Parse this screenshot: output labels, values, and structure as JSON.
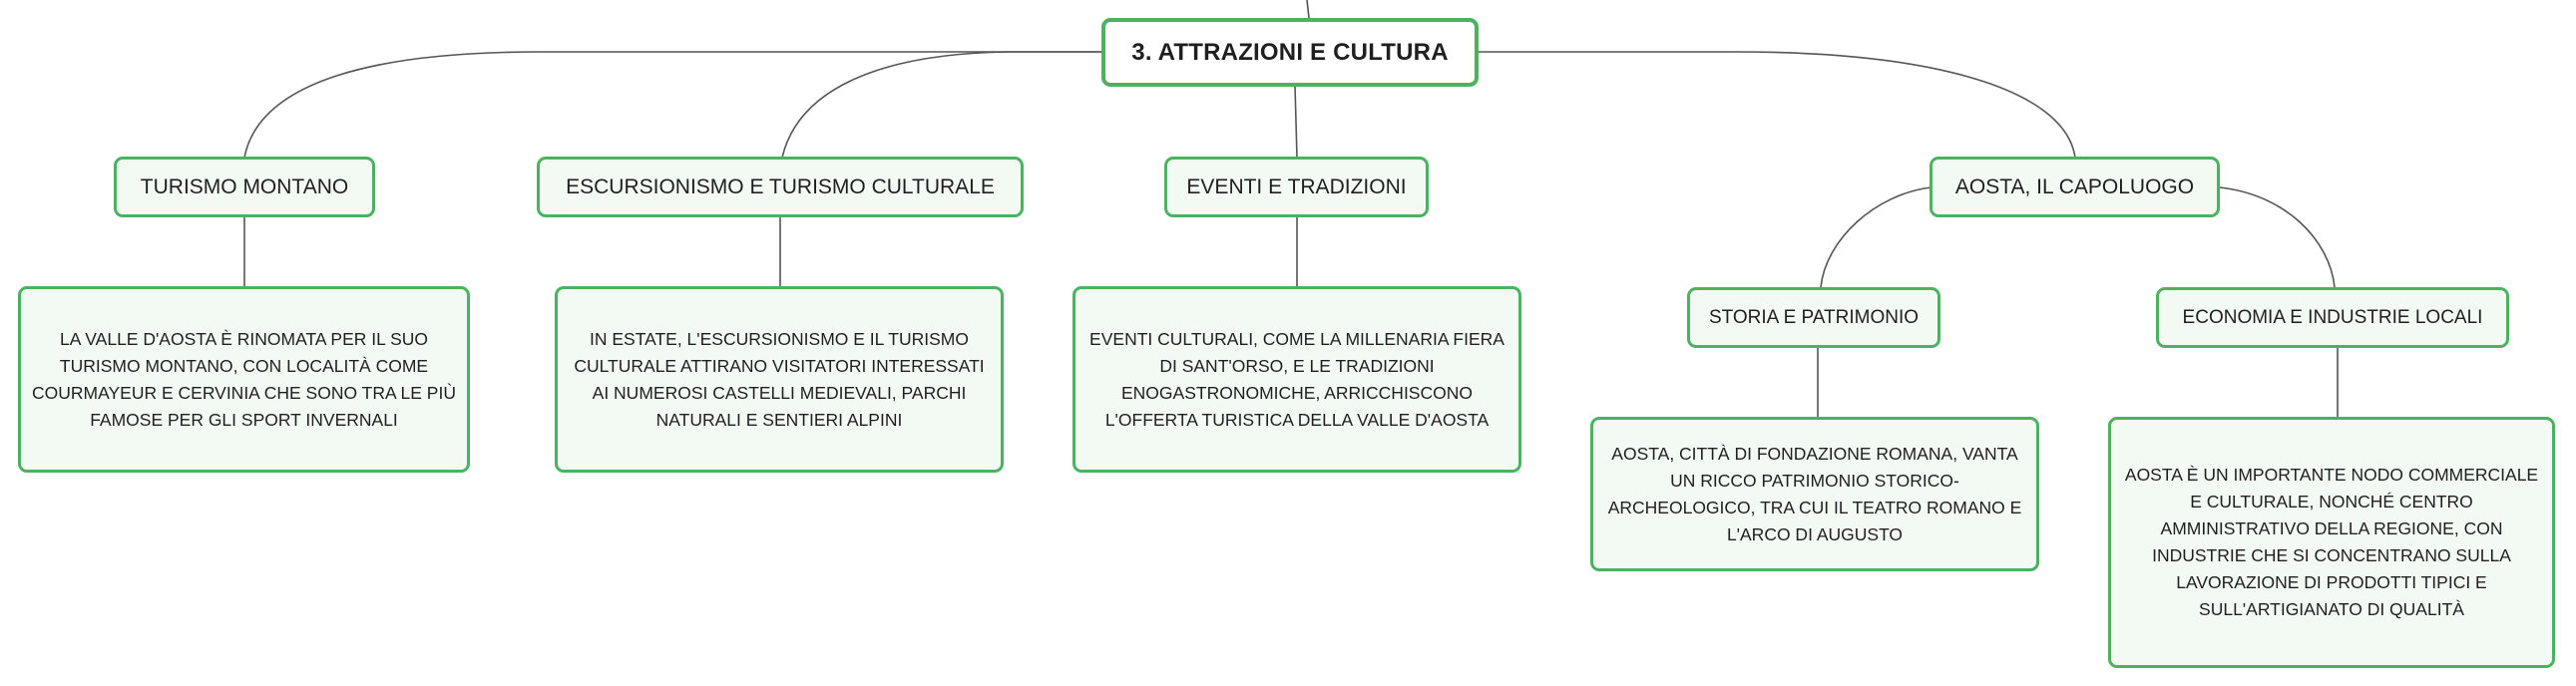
{
  "root": {
    "label": "3. ATTRAZIONI E CULTURA"
  },
  "topics": [
    {
      "label": "TURISMO MONTANO",
      "detail": "LA VALLE D'AOSTA È RINOMATA PER IL SUO TURISMO MONTANO, CON LOCALITÀ COME COURMAYEUR E CERVINIA CHE SONO TRA LE PIÙ FAMOSE PER GLI SPORT INVERNALI"
    },
    {
      "label": "ESCURSIONISMO E TURISMO CULTURALE",
      "detail": "IN ESTATE, L'ESCURSIONISMO E IL TURISMO CULTURALE ATTIRANO VISITATORI INTERESSATI AI NUMEROSI CASTELLI MEDIEVALI, PARCHI NATURALI E SENTIERI ALPINI"
    },
    {
      "label": "EVENTI E TRADIZIONI",
      "detail": "EVENTI CULTURALI, COME LA MILLENARIA FIERA DI SANT'ORSO, E LE TRADIZIONI ENOGASTRONOMICHE, ARRICCHISCONO L'OFFERTA TURISTICA DELLA VALLE D'AOSTA"
    },
    {
      "label": "AOSTA, IL CAPOLUOGO",
      "subtopics": [
        {
          "label": "STORIA E PATRIMONIO",
          "detail": "AOSTA, CITTÀ DI FONDAZIONE ROMANA, VANTA UN RICCO PATRIMONIO STORICO-ARCHEOLOGICO, TRA CUI IL TEATRO ROMANO E L'ARCO DI AUGUSTO"
        },
        {
          "label": "ECONOMIA E INDUSTRIE LOCALI",
          "detail": "AOSTA È UN IMPORTANTE NODO COMMERCIALE E CULTURALE, NONCHÉ CENTRO AMMINISTRATIVO DELLA REGIONE, CON INDUSTRIE CHE SI CONCENTRANO SULLA LAVORAZIONE DI PRODOTTI TIPICI E SULL'ARTIGIANATO DI QUALITÀ"
        }
      ]
    }
  ],
  "colors": {
    "border": "#4bb35f",
    "fill": "#f3faf4",
    "root_fill": "#ffffff",
    "connector": "#555555",
    "text": "#1f1f1f"
  }
}
